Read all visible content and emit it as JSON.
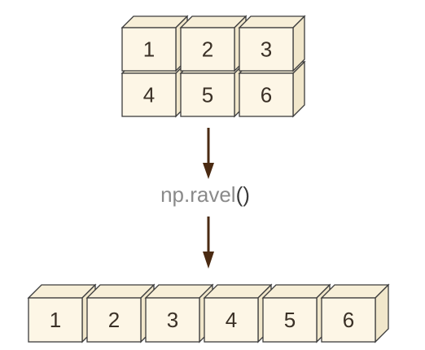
{
  "input_array": {
    "rows": [
      [
        "1",
        "2",
        "3"
      ],
      [
        "4",
        "5",
        "6"
      ]
    ]
  },
  "operation": {
    "function": "np.ravel",
    "parens": "()",
    "function_color": "#8a8a8a",
    "parens_color": "#3a3a3a"
  },
  "output_array": {
    "values": [
      "1",
      "2",
      "3",
      "4",
      "5",
      "6"
    ]
  },
  "colors": {
    "cube_front": "#fdf6e6",
    "cube_top": "#f7efd8",
    "cube_side": "#f1e7cb",
    "outline": "#3c3c3c",
    "arrow": "#4a2a12"
  }
}
